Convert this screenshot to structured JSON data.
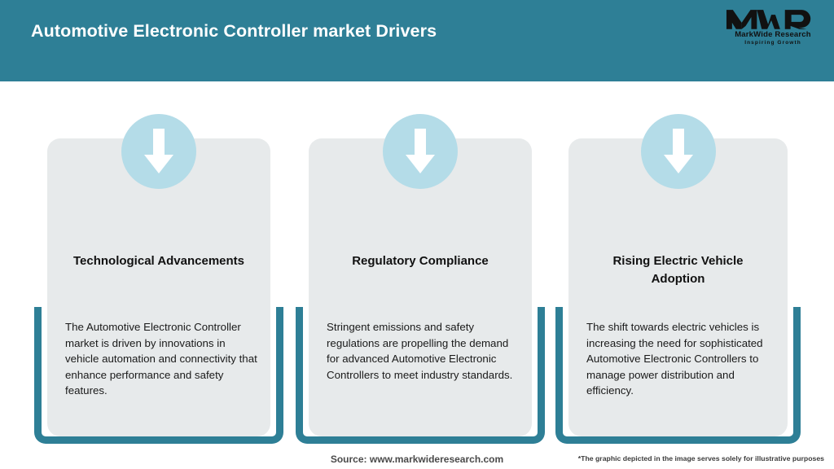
{
  "header": {
    "title": "Automotive Electronic Controller market Drivers",
    "bar_color": "#2e7f96",
    "logo": {
      "mark": "MWR",
      "name": "MarkWide Research",
      "tagline": "Inspiring Growth"
    }
  },
  "cards": [
    {
      "icon": "arrow-down-icon",
      "title": "Technological Advancements",
      "body": "The Automotive Electronic Controller market is driven by innovations in vehicle automation and connectivity that enhance performance and safety features."
    },
    {
      "icon": "arrow-down-icon",
      "title": "Regulatory Compliance",
      "body": "Stringent emissions and safety regulations are propelling the demand for advanced Automotive Electronic Controllers to meet industry standards."
    },
    {
      "icon": "arrow-down-icon",
      "title": "Rising Electric Vehicle Adoption",
      "body": "The shift towards electric vehicles is increasing the need for sophisticated Automotive Electronic Controllers to manage power distribution and efficiency."
    }
  ],
  "footer": {
    "source": "Source: www.markwideresearch.com",
    "disclaimer": "*The graphic depicted in the image serves solely for illustrative purposes"
  },
  "colors": {
    "teal": "#2e7f96",
    "panel_gray": "#e7eaeb",
    "circle_blue": "#b4dce8",
    "arrow_white": "#ffffff"
  }
}
